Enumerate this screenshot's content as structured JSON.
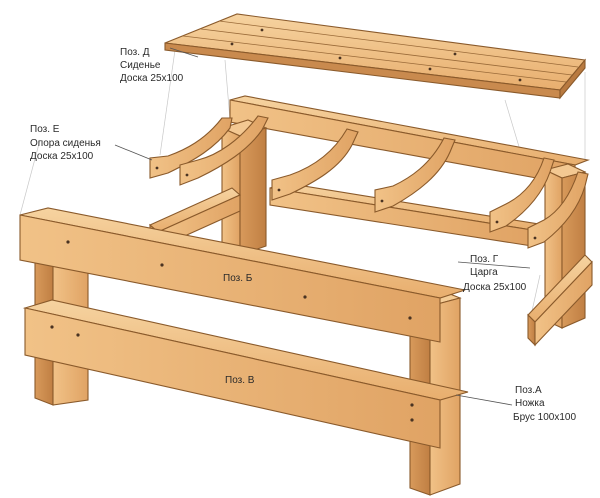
{
  "diagram": {
    "parts": {
      "seat": {
        "pos": "Поз. Д",
        "name": "Сиденье",
        "material": "Доска 25х100"
      },
      "seat_support": {
        "pos": "Поз. Е",
        "name": "Опора сиденья",
        "material": "Доска 25х100"
      },
      "upper_rail": {
        "pos": "Поз. Б"
      },
      "lower_rail": {
        "pos": "Поз. В"
      },
      "apron": {
        "pos": "Поз. Г",
        "name": "Царга",
        "material": "Доска 25х100"
      },
      "leg": {
        "pos": "Поз.А",
        "name": "Ножка",
        "material": "Брус 100х100"
      }
    },
    "colors": {
      "wood_light": "#f2c48a",
      "wood_mid": "#e3a869",
      "wood_dark": "#c98a4e",
      "wood_edge": "#8a5a2b"
    }
  }
}
